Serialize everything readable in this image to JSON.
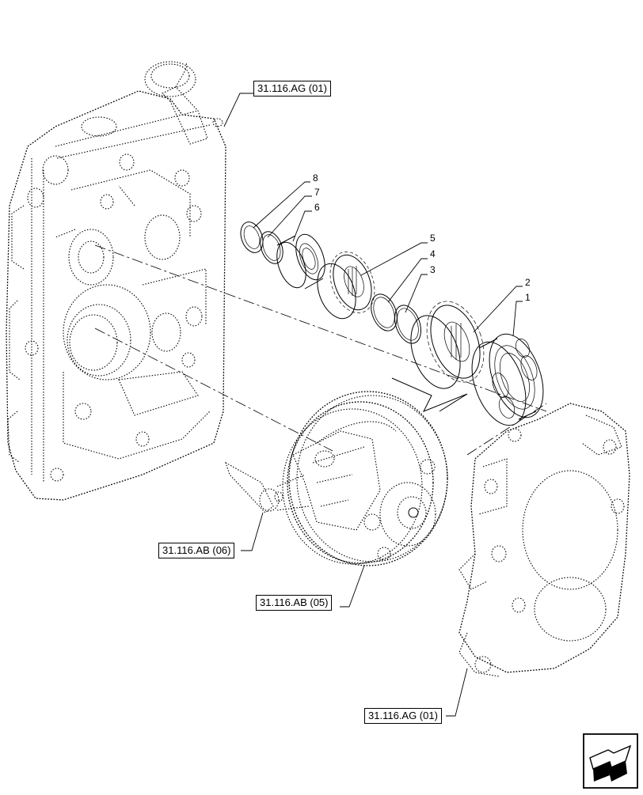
{
  "refs": {
    "ref_top": "31.116.AG (01)",
    "ref_pump": "31.116.AB (06)",
    "ref_gear": "31.116.AB (05)",
    "ref_bottom": "31.116.AG (01)"
  },
  "callouts": [
    "8",
    "7",
    "6",
    "5",
    "4",
    "3",
    "2",
    "1"
  ],
  "icons": {
    "nav": "next-page-arrow-icon"
  }
}
